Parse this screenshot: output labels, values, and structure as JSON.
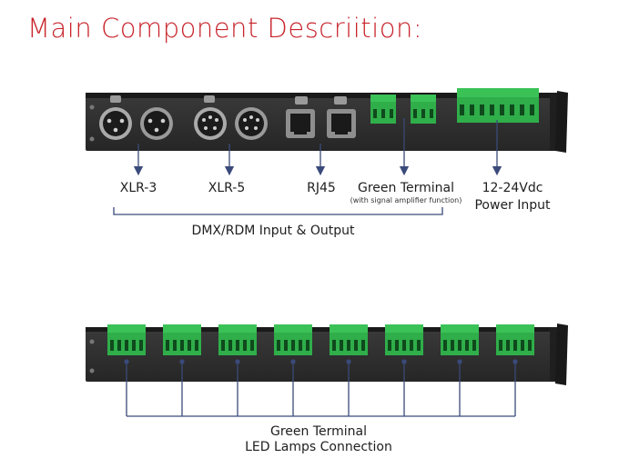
{
  "title": "Main Component Descriition:",
  "top_panel": {
    "labels": {
      "xlr3": "XLR-3",
      "xlr5": "XLR-5",
      "rj45": "RJ45",
      "green_terminal": "Green Terminal",
      "green_terminal_note": "(with signal amplifier function)",
      "power_line1": "12-24Vdc",
      "power_line2": "Power Input",
      "bracket": "DMX/RDM Input & Output"
    }
  },
  "bottom_panel": {
    "output_terminal_count": 8,
    "labels": {
      "line1": "Green Terminal",
      "line2": "LED Lamps Connection"
    }
  },
  "colors": {
    "title": "#c8242c",
    "panel": "#2e2e2e",
    "terminal": "#2fae4a",
    "arrow": "#3a4a7a"
  }
}
